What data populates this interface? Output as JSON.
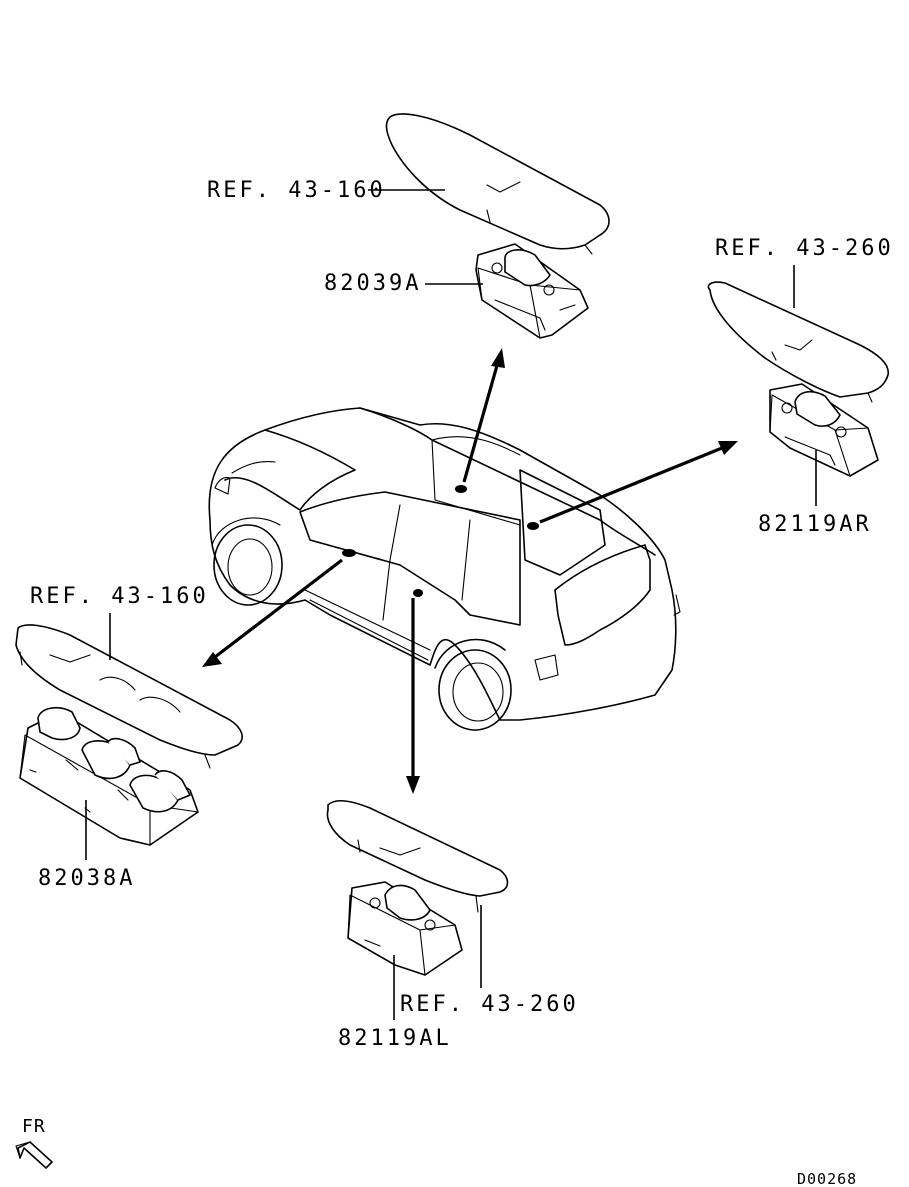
{
  "diagram": {
    "code": "D00268",
    "front_indicator": "FR",
    "callouts": {
      "top_ref": "REF. 43-160",
      "top_part": "82039A",
      "right_ref": "REF. 43-260",
      "right_part": "82119AR",
      "left_ref": "REF. 43-160",
      "left_part": "82038A",
      "bottom_ref": "REF. 43-260",
      "bottom_part": "82119AL"
    }
  }
}
